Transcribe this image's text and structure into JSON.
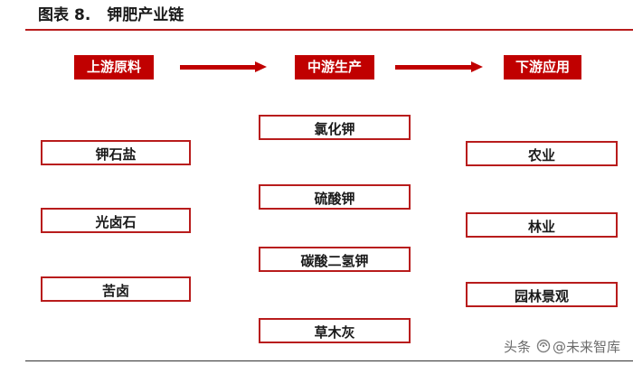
{
  "title": {
    "label": "图表",
    "number": "8.",
    "text": "钾肥产业链"
  },
  "headers": [
    "上游原料",
    "中游生产",
    "下游应用"
  ],
  "upstream": [
    "钾石盐",
    "光卤石",
    "苦卤"
  ],
  "midstream": [
    "氯化钾",
    "硫酸钾",
    "碳酸二氢钾",
    "草木灰"
  ],
  "downstream": [
    "农业",
    "林业",
    "园林景观"
  ],
  "watermark": {
    "prefix": "头条",
    "handle": "@未来智库"
  },
  "colors": {
    "accent": "#c00000",
    "border": "#b81c1c",
    "text": "#1a1a1a"
  }
}
